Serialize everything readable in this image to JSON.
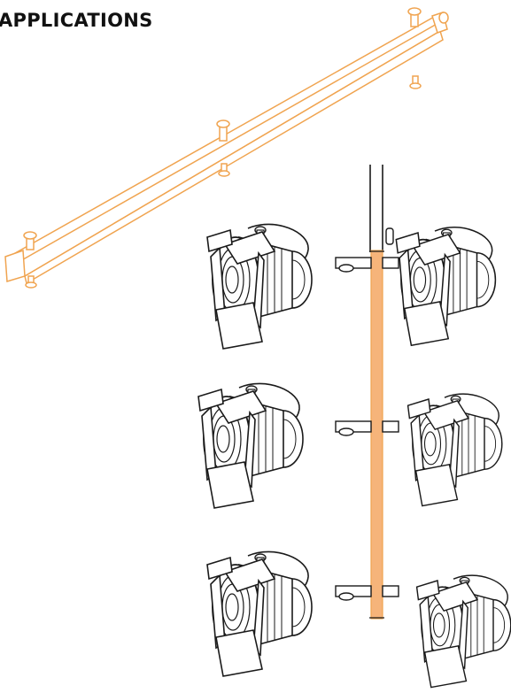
{
  "heading": "APPLICATIONS",
  "colors": {
    "accent": "#f0a450",
    "accent_fill": "#f6b47a",
    "line": "#1a1a1a",
    "background": "#ffffff"
  },
  "illustration": {
    "components": [
      "horizontal-mounting-bar",
      "vertical-mounting-pole",
      "stage-spotlight"
    ],
    "spotlight_count": 6,
    "spigot_count": 3
  }
}
